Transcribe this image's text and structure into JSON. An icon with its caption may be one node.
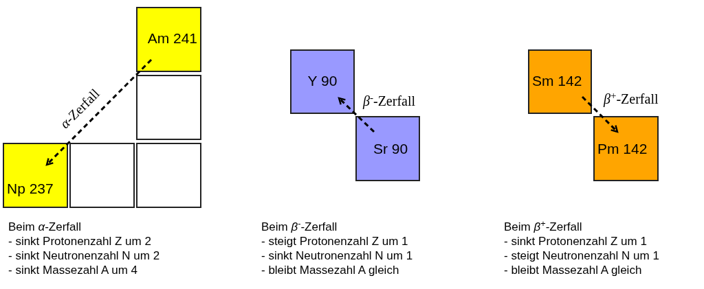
{
  "diagram": {
    "nodes": [
      {
        "text": [
          "Am 241"
        ]
      },
      {
        "text": [],
        "shape": "box"
      },
      {
        "text": [
          "Np 237"
        ]
      },
      {
        "text": [],
        "shape": "box"
      },
      {
        "text": [],
        "shape": "box"
      },
      {
        "text": [
          "Y 90"
        ]
      },
      {
        "text": [
          "Sr 90"
        ]
      },
      {
        "text": [
          "Sm 142"
        ]
      },
      {
        "text": [
          "Pm 142"
        ]
      }
    ],
    "edges": [
      {
        "from": 0,
        "to": 2,
        "arrow": "to",
        "label": "*α*-Zerfall",
        "style": "dashed"
      },
      {
        "from": 6,
        "to": 5,
        "arrow": "to",
        "label": "*β*$^{-}$-Zerfall",
        "style": "dashed"
      },
      {
        "from": 7,
        "to": 8,
        "arrow": "to",
        "label": "*β*$^{+}$-Zerfall",
        "style": "dashed"
      }
    ],
    "labels": [
      "Beim *α*-Zerfall",
      "- sinkt Protonenzahl Z um 2",
      "- sinkt Neutronenzahl N um 2",
      "- sinkt Massezahl A um 4",
      "Beim *β*$^{-}$-Zerfall",
      "- steigt Protonenzahl Z um 1",
      "- sinkt Neutronenzahl N um 1",
      "- bleibt Massezahl A gleich",
      "Beim *β*$^{+}$-Zerfall",
      "- sinkt Protonenzahl Z um 1",
      "- steigt Neutronenzahl N um 1",
      "- bleibt Massezahl A gleich"
    ]
  }
}
